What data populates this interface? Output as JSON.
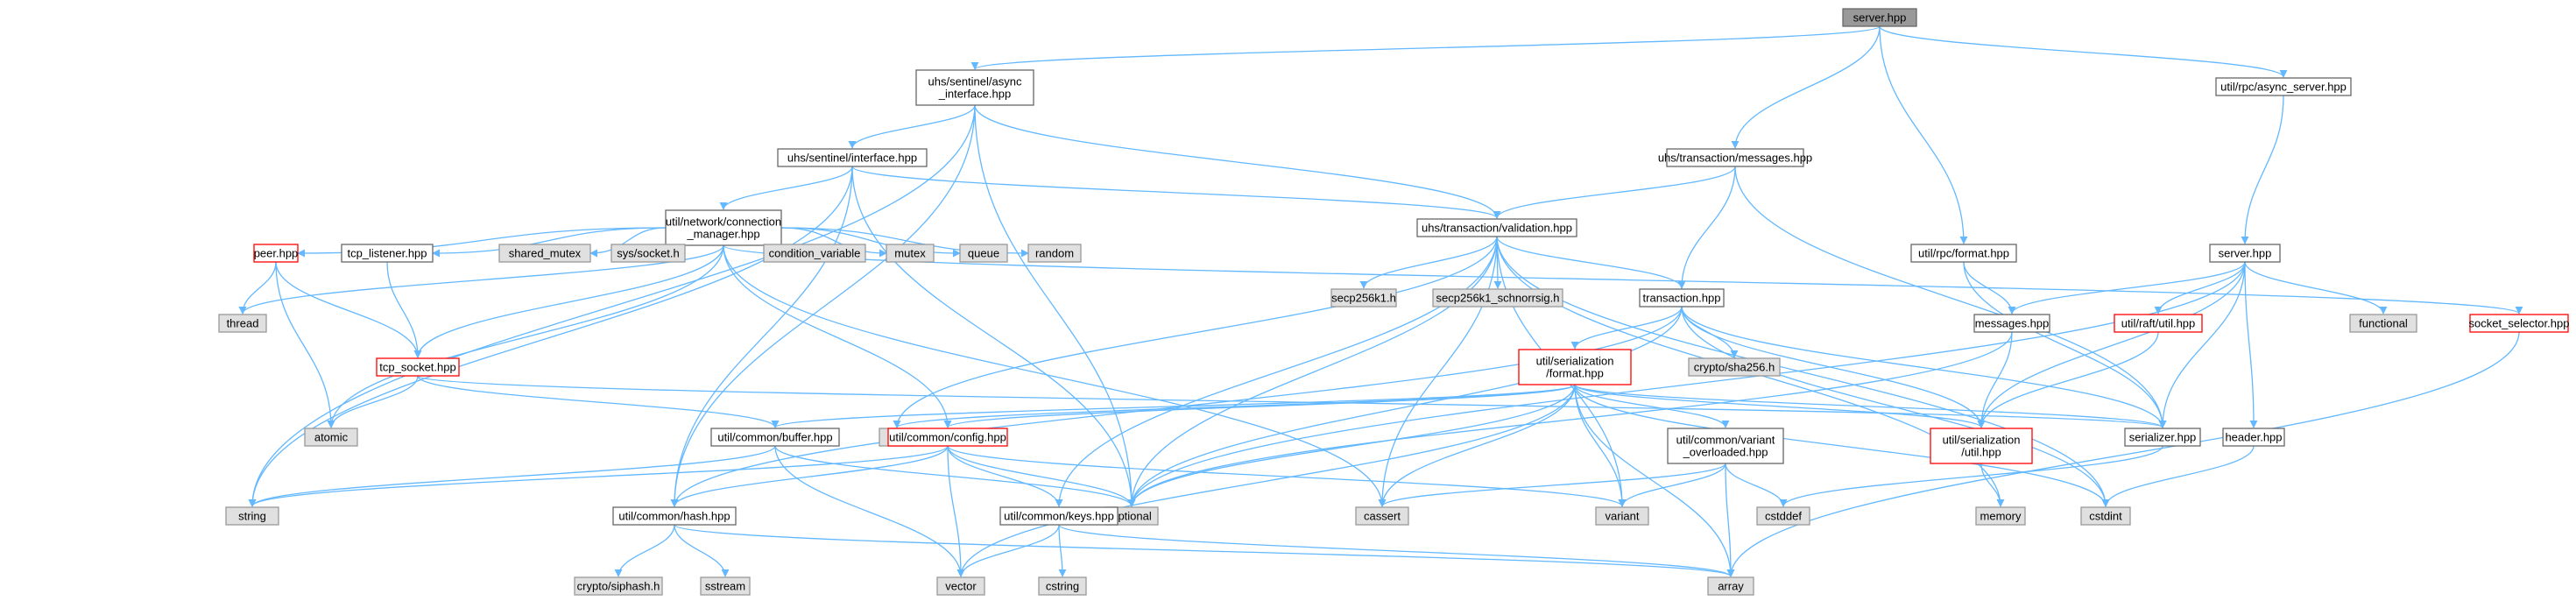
{
  "colors": {
    "edge": "#63b8ff",
    "root_fill": "#999999",
    "root_stroke": "#666666",
    "normal_fill": "#ffffff",
    "normal_stroke": "#666666",
    "truncated_fill": "#ffffff",
    "truncated_stroke": "#ff0000",
    "system_fill": "#e0e0e0",
    "system_stroke": "#999999"
  },
  "nodes": [
    {
      "id": "server",
      "lines": [
        "server.hpp"
      ],
      "kind": "root"
    },
    {
      "id": "async_interface",
      "lines": [
        "uhs/sentinel/async",
        "_interface.hpp"
      ],
      "kind": "normal"
    },
    {
      "id": "async_server",
      "lines": [
        "util/rpc/async_server.hpp"
      ],
      "kind": "normal"
    },
    {
      "id": "messages_hdr",
      "lines": [
        "uhs/transaction/messages.hpp"
      ],
      "kind": "normal"
    },
    {
      "id": "sentinel_interface",
      "lines": [
        "uhs/sentinel/interface.hpp"
      ],
      "kind": "normal"
    },
    {
      "id": "connection_manager",
      "lines": [
        "util/network/connection",
        "_manager.hpp"
      ],
      "kind": "normal"
    },
    {
      "id": "validation",
      "lines": [
        "uhs/transaction/validation.hpp"
      ],
      "kind": "normal"
    },
    {
      "id": "rpc_format",
      "lines": [
        "util/rpc/format.hpp"
      ],
      "kind": "normal"
    },
    {
      "id": "server_rpc",
      "lines": [
        "server.hpp"
      ],
      "kind": "normal"
    },
    {
      "id": "peer",
      "lines": [
        "peer.hpp"
      ],
      "kind": "truncated"
    },
    {
      "id": "tcp_listener",
      "lines": [
        "tcp_listener.hpp"
      ],
      "kind": "normal"
    },
    {
      "id": "shared_mutex",
      "lines": [
        "shared_mutex"
      ],
      "kind": "system"
    },
    {
      "id": "sys_socket",
      "lines": [
        "sys/socket.h"
      ],
      "kind": "system"
    },
    {
      "id": "condition_variable",
      "lines": [
        "condition_variable"
      ],
      "kind": "system"
    },
    {
      "id": "mutex",
      "lines": [
        "mutex"
      ],
      "kind": "system"
    },
    {
      "id": "queue",
      "lines": [
        "queue"
      ],
      "kind": "system"
    },
    {
      "id": "random",
      "lines": [
        "random"
      ],
      "kind": "system"
    },
    {
      "id": "secp256k1",
      "lines": [
        "secp256k1.h"
      ],
      "kind": "system"
    },
    {
      "id": "secp256k1_schnorrsig",
      "lines": [
        "secp256k1_schnorrsig.h"
      ],
      "kind": "system"
    },
    {
      "id": "transaction",
      "lines": [
        "transaction.hpp"
      ],
      "kind": "normal"
    },
    {
      "id": "messages",
      "lines": [
        "messages.hpp"
      ],
      "kind": "normal"
    },
    {
      "id": "raft_util",
      "lines": [
        "util/raft/util.hpp"
      ],
      "kind": "truncated"
    },
    {
      "id": "functional",
      "lines": [
        "functional"
      ],
      "kind": "system"
    },
    {
      "id": "socket_selector",
      "lines": [
        "socket_selector.hpp"
      ],
      "kind": "truncated"
    },
    {
      "id": "thread",
      "lines": [
        "thread"
      ],
      "kind": "system"
    },
    {
      "id": "tcp_socket",
      "lines": [
        "tcp_socket.hpp"
      ],
      "kind": "truncated"
    },
    {
      "id": "ser_format",
      "lines": [
        "util/serialization",
        "/format.hpp"
      ],
      "kind": "truncated"
    },
    {
      "id": "sha256",
      "lines": [
        "crypto/sha256.h"
      ],
      "kind": "system"
    },
    {
      "id": "atomic",
      "lines": [
        "atomic"
      ],
      "kind": "system"
    },
    {
      "id": "buffer",
      "lines": [
        "util/common/buffer.hpp"
      ],
      "kind": "normal"
    },
    {
      "id": "set",
      "lines": [
        "set"
      ],
      "kind": "system"
    },
    {
      "id": "config",
      "lines": [
        "util/common/config.hpp"
      ],
      "kind": "truncated"
    },
    {
      "id": "variant_overloaded",
      "lines": [
        "util/common/variant",
        "_overloaded.hpp"
      ],
      "kind": "normal"
    },
    {
      "id": "ser_util",
      "lines": [
        "util/serialization",
        "/util.hpp"
      ],
      "kind": "truncated"
    },
    {
      "id": "serializer",
      "lines": [
        "serializer.hpp"
      ],
      "kind": "normal"
    },
    {
      "id": "header",
      "lines": [
        "header.hpp"
      ],
      "kind": "normal"
    },
    {
      "id": "string",
      "lines": [
        "string"
      ],
      "kind": "system"
    },
    {
      "id": "hash",
      "lines": [
        "util/common/hash.hpp"
      ],
      "kind": "normal"
    },
    {
      "id": "optional",
      "lines": [
        "optional"
      ],
      "kind": "system"
    },
    {
      "id": "keys",
      "lines": [
        "util/common/keys.hpp"
      ],
      "kind": "normal"
    },
    {
      "id": "cassert",
      "lines": [
        "cassert"
      ],
      "kind": "system"
    },
    {
      "id": "variant",
      "lines": [
        "variant"
      ],
      "kind": "system"
    },
    {
      "id": "cstddef",
      "lines": [
        "cstddef"
      ],
      "kind": "system"
    },
    {
      "id": "memory",
      "lines": [
        "memory"
      ],
      "kind": "system"
    },
    {
      "id": "cstdint",
      "lines": [
        "cstdint"
      ],
      "kind": "system"
    },
    {
      "id": "siphash",
      "lines": [
        "crypto/siphash.h"
      ],
      "kind": "system"
    },
    {
      "id": "sstream",
      "lines": [
        "sstream"
      ],
      "kind": "system"
    },
    {
      "id": "vector",
      "lines": [
        "vector"
      ],
      "kind": "system"
    },
    {
      "id": "cstring",
      "lines": [
        "cstring"
      ],
      "kind": "system"
    },
    {
      "id": "array",
      "lines": [
        "array"
      ],
      "kind": "system"
    }
  ],
  "edges": [
    [
      "server",
      "async_interface"
    ],
    [
      "server",
      "messages_hdr"
    ],
    [
      "server",
      "rpc_format"
    ],
    [
      "server",
      "async_server"
    ],
    [
      "async_interface",
      "sentinel_interface"
    ],
    [
      "async_interface",
      "validation"
    ],
    [
      "async_interface",
      "optional"
    ],
    [
      "async_interface",
      "string"
    ],
    [
      "async_interface",
      "hash"
    ],
    [
      "async_server",
      "server_rpc"
    ],
    [
      "messages_hdr",
      "validation"
    ],
    [
      "messages_hdr",
      "transaction"
    ],
    [
      "messages_hdr",
      "serializer"
    ],
    [
      "sentinel_interface",
      "connection_manager"
    ],
    [
      "sentinel_interface",
      "validation"
    ],
    [
      "sentinel_interface",
      "optional"
    ],
    [
      "sentinel_interface",
      "string"
    ],
    [
      "sentinel_interface",
      "hash"
    ],
    [
      "connection_manager",
      "peer"
    ],
    [
      "connection_manager",
      "tcp_listener"
    ],
    [
      "connection_manager",
      "tcp_socket"
    ],
    [
      "connection_manager",
      "shared_mutex"
    ],
    [
      "connection_manager",
      "sys_socket"
    ],
    [
      "connection_manager",
      "condition_variable"
    ],
    [
      "connection_manager",
      "mutex"
    ],
    [
      "connection_manager",
      "queue"
    ],
    [
      "connection_manager",
      "random"
    ],
    [
      "connection_manager",
      "thread"
    ],
    [
      "connection_manager",
      "atomic"
    ],
    [
      "connection_manager",
      "socket_selector"
    ],
    [
      "connection_manager",
      "config"
    ],
    [
      "connection_manager",
      "cassert"
    ],
    [
      "peer",
      "thread"
    ],
    [
      "peer",
      "atomic"
    ],
    [
      "peer",
      "tcp_socket"
    ],
    [
      "tcp_listener",
      "tcp_socket"
    ],
    [
      "tcp_socket",
      "atomic"
    ],
    [
      "tcp_socket",
      "buffer"
    ],
    [
      "tcp_socket",
      "serializer"
    ],
    [
      "validation",
      "secp256k1"
    ],
    [
      "validation",
      "secp256k1_schnorrsig"
    ],
    [
      "validation",
      "transaction"
    ],
    [
      "validation",
      "optional"
    ],
    [
      "validation",
      "set"
    ],
    [
      "validation",
      "cassert"
    ],
    [
      "validation",
      "variant"
    ],
    [
      "validation",
      "keys"
    ],
    [
      "validation",
      "memory"
    ],
    [
      "validation",
      "cstdint"
    ],
    [
      "transaction",
      "ser_format"
    ],
    [
      "transaction",
      "sha256"
    ],
    [
      "transaction",
      "hash"
    ],
    [
      "transaction",
      "optional"
    ],
    [
      "transaction",
      "ser_util"
    ],
    [
      "transaction",
      "serializer"
    ],
    [
      "transaction",
      "cstdint"
    ],
    [
      "ser_format",
      "buffer"
    ],
    [
      "ser_format",
      "config"
    ],
    [
      "ser_format",
      "variant_overloaded"
    ],
    [
      "ser_format",
      "ser_util"
    ],
    [
      "ser_format",
      "set"
    ],
    [
      "ser_format",
      "optional"
    ],
    [
      "ser_format",
      "cassert"
    ],
    [
      "ser_format",
      "variant"
    ],
    [
      "ser_format",
      "array"
    ],
    [
      "ser_format",
      "vector"
    ],
    [
      "ser_format",
      "cstdint"
    ],
    [
      "ser_format",
      "serializer"
    ],
    [
      "rpc_format",
      "messages"
    ],
    [
      "rpc_format",
      "serializer"
    ],
    [
      "server_rpc",
      "messages"
    ],
    [
      "server_rpc",
      "raft_util"
    ],
    [
      "server_rpc",
      "functional"
    ],
    [
      "server_rpc",
      "ser_util"
    ],
    [
      "server_rpc",
      "header"
    ],
    [
      "server_rpc",
      "serializer"
    ],
    [
      "server_rpc",
      "optional"
    ],
    [
      "messages",
      "ser_util"
    ],
    [
      "messages",
      "optional"
    ],
    [
      "raft_util",
      "ser_util"
    ],
    [
      "socket_selector",
      "array"
    ],
    [
      "buffer",
      "string"
    ],
    [
      "buffer",
      "vector"
    ],
    [
      "buffer",
      "optional"
    ],
    [
      "config",
      "string"
    ],
    [
      "config",
      "hash"
    ],
    [
      "config",
      "keys"
    ],
    [
      "config",
      "optional"
    ],
    [
      "config",
      "variant"
    ],
    [
      "config",
      "vector"
    ],
    [
      "variant_overloaded",
      "cassert"
    ],
    [
      "variant_overloaded",
      "variant"
    ],
    [
      "variant_overloaded",
      "cstddef"
    ],
    [
      "variant_overloaded",
      "array"
    ],
    [
      "ser_util",
      "memory"
    ],
    [
      "serializer",
      "cstddef"
    ],
    [
      "header",
      "cstdint"
    ],
    [
      "hash",
      "siphash"
    ],
    [
      "hash",
      "sstream"
    ],
    [
      "hash",
      "array"
    ],
    [
      "keys",
      "vector"
    ],
    [
      "keys",
      "cstring"
    ],
    [
      "keys",
      "array"
    ]
  ]
}
